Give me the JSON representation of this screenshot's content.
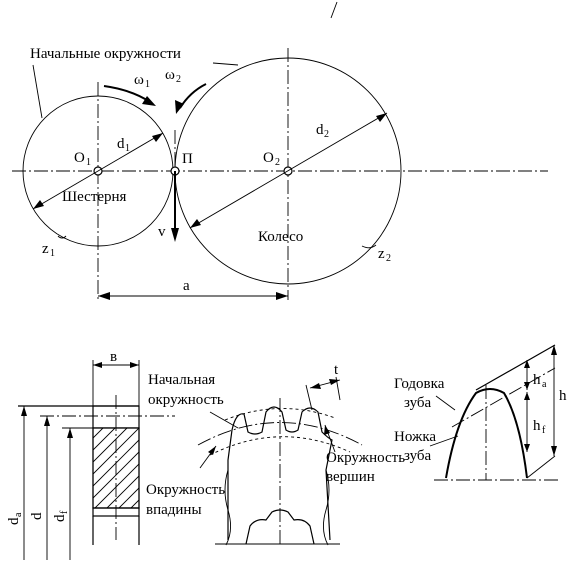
{
  "top": {
    "pitch_circles": "Начальные окружности",
    "omega": "ω",
    "omega1_sub": "1",
    "omega2_sub": "2",
    "O": "O",
    "O1_sub": "1",
    "O2_sub": "2",
    "d": "d",
    "d1_sub": "1",
    "d2_sub": "2",
    "pitch_point": "П",
    "pinion": "Шестерня",
    "wheel": "Колесо",
    "v": "v",
    "z": "z",
    "z1_sub": "1",
    "z2_sub": "2",
    "center_distance": "a"
  },
  "bottom": {
    "width": "в",
    "pitch_circle": "Начальная окружность",
    "pitch_circle_l1": "Начальная",
    "pitch_circle_l2": "окружность",
    "root_circle_l1": "Окружность",
    "root_circle_l2": "впадины",
    "tip_circle_l1": "Окружность",
    "tip_circle_l2": "вершин",
    "pitch_t": "t",
    "addendum_l1": "Годовка",
    "addendum_l2": "зуба",
    "dedendum_l1": "Ножка",
    "dedendum_l2": "зуба",
    "h": "h",
    "ha_sub": "a",
    "hf_sub": "f",
    "d": "d",
    "da_sub": "a",
    "df_sub": "f"
  }
}
